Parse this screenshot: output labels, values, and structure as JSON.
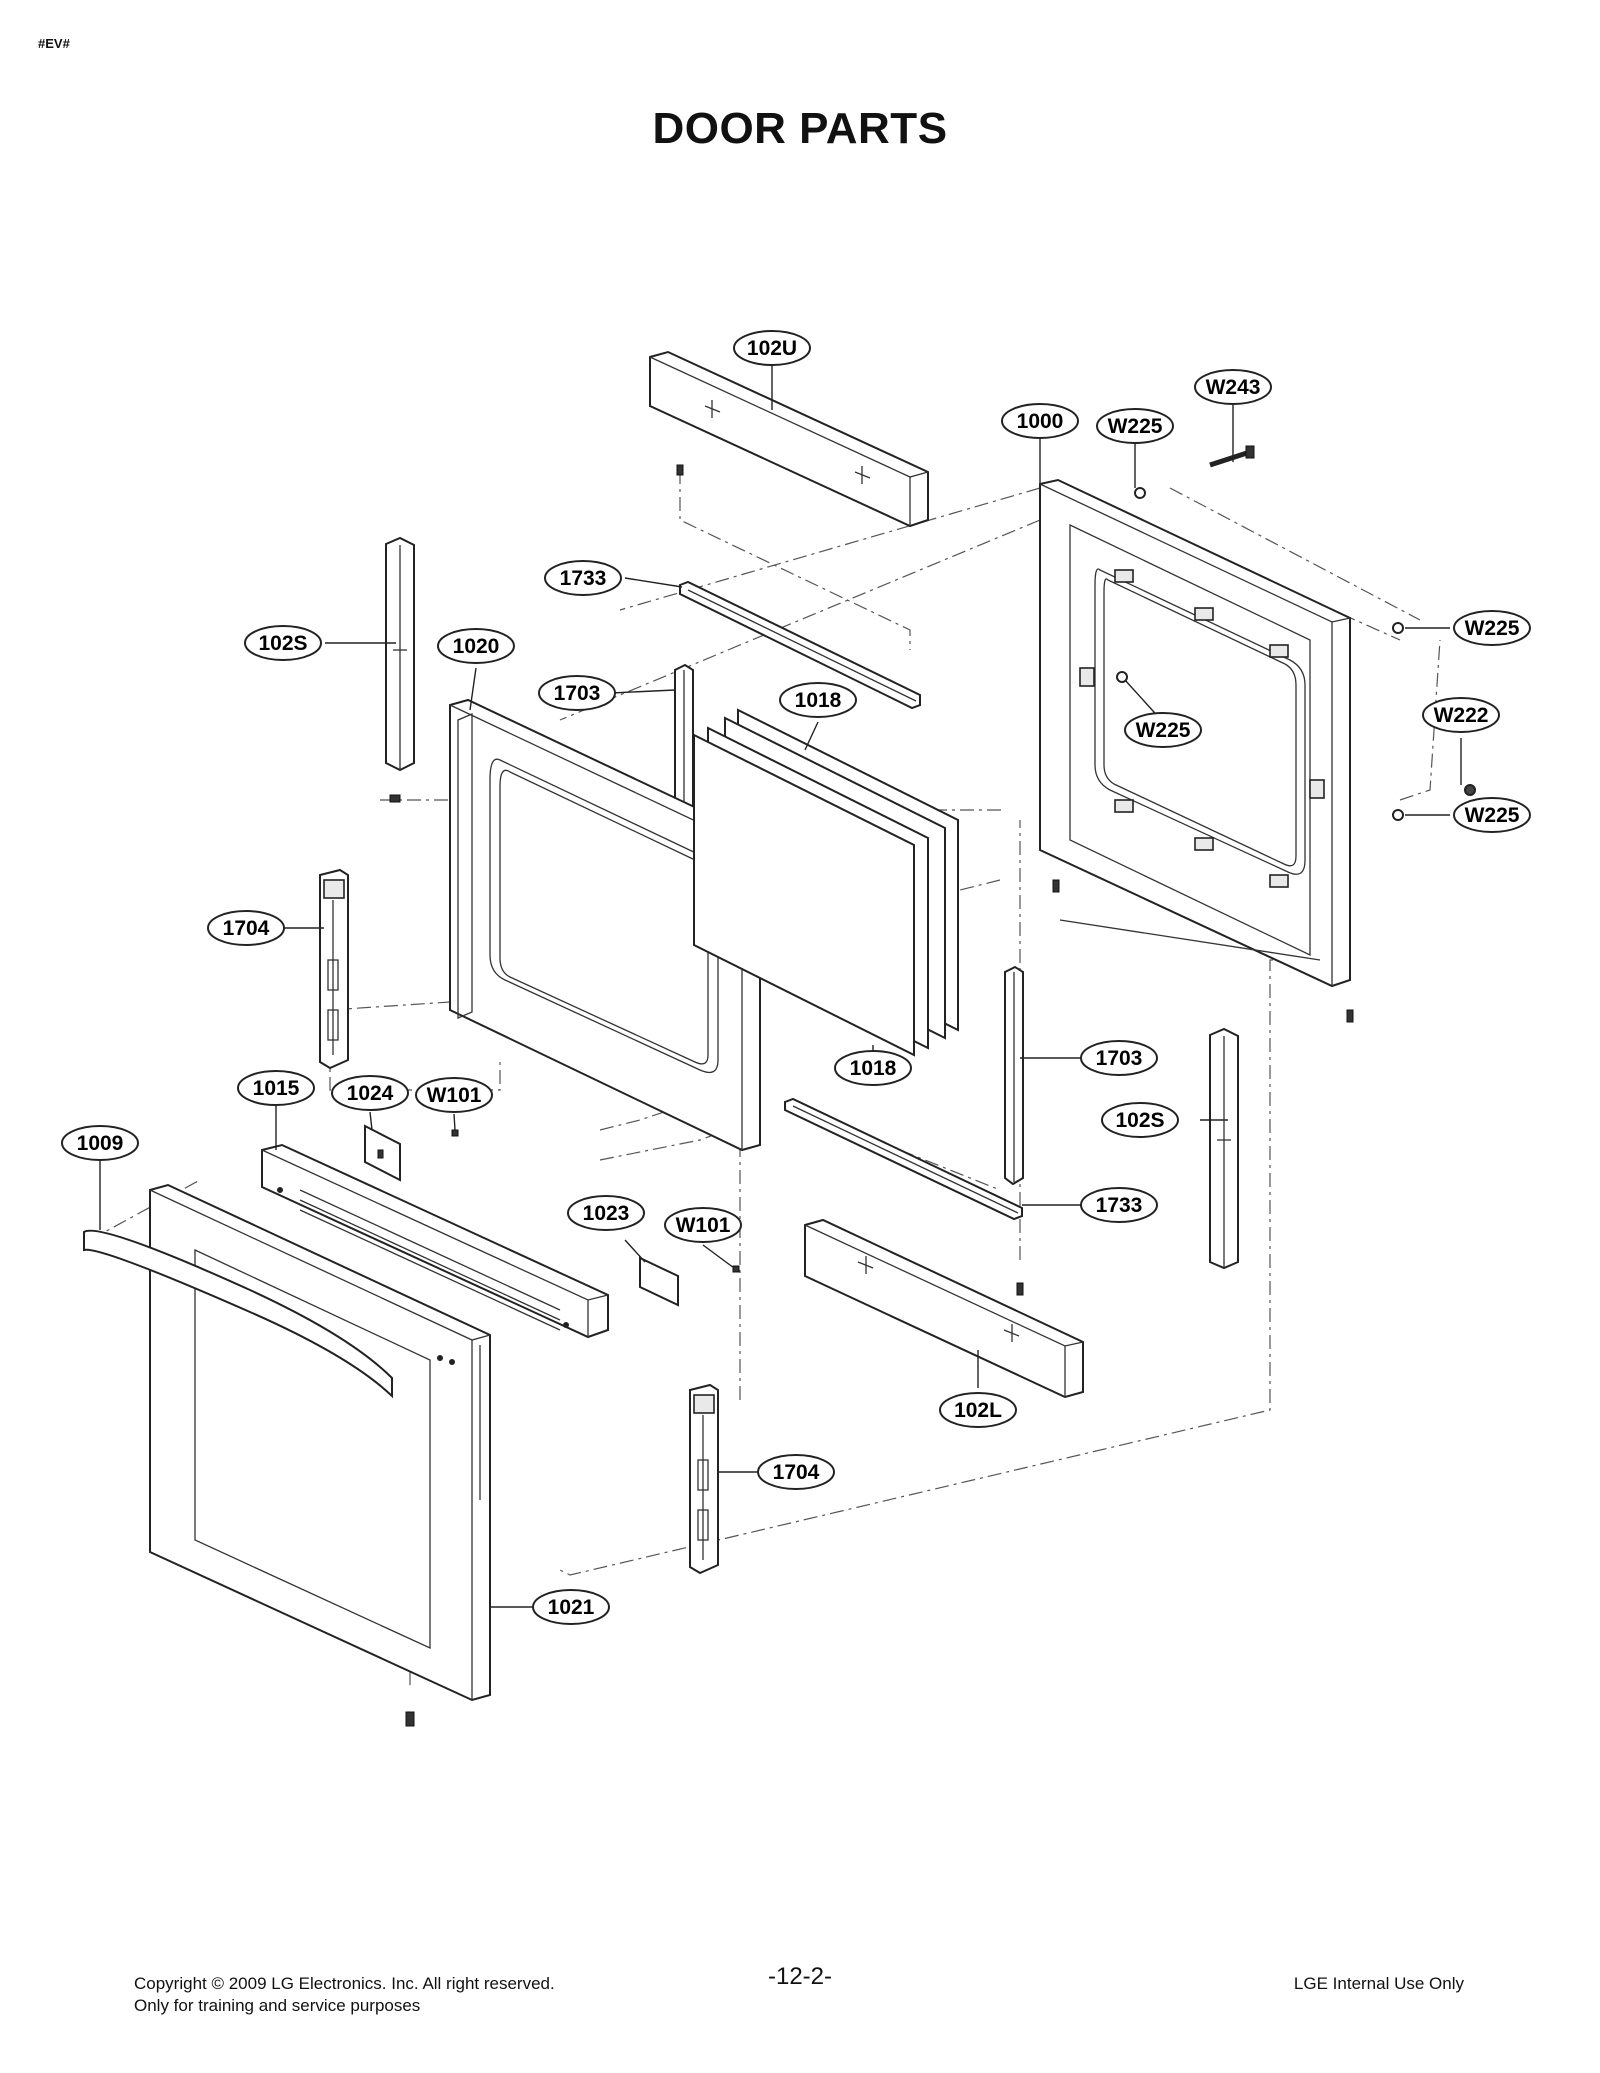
{
  "header": {
    "tag": "#EV#",
    "title": "DOOR PARTS"
  },
  "callouts": [
    {
      "id": "c-102U",
      "label": "102U"
    },
    {
      "id": "c-W243",
      "label": "W243"
    },
    {
      "id": "c-1000",
      "label": "1000"
    },
    {
      "id": "c-W225a",
      "label": "W225"
    },
    {
      "id": "c-1733a",
      "label": "1733"
    },
    {
      "id": "c-W225b",
      "label": "W225"
    },
    {
      "id": "c-102Sa",
      "label": "102S"
    },
    {
      "id": "c-1020",
      "label": "1020"
    },
    {
      "id": "c-1703a",
      "label": "1703"
    },
    {
      "id": "c-1018a",
      "label": "1018"
    },
    {
      "id": "c-W225c",
      "label": "W225"
    },
    {
      "id": "c-W222",
      "label": "W222"
    },
    {
      "id": "c-W225d",
      "label": "W225"
    },
    {
      "id": "c-1704a",
      "label": "1704"
    },
    {
      "id": "c-1703b",
      "label": "1703"
    },
    {
      "id": "c-1018b",
      "label": "1018"
    },
    {
      "id": "c-1015",
      "label": "1015"
    },
    {
      "id": "c-1024",
      "label": "1024"
    },
    {
      "id": "c-W101a",
      "label": "W101"
    },
    {
      "id": "c-102Sb",
      "label": "102S"
    },
    {
      "id": "c-1009",
      "label": "1009"
    },
    {
      "id": "c-1733b",
      "label": "1733"
    },
    {
      "id": "c-1023",
      "label": "1023"
    },
    {
      "id": "c-W101b",
      "label": "W101"
    },
    {
      "id": "c-102L",
      "label": "102L"
    },
    {
      "id": "c-1704b",
      "label": "1704"
    },
    {
      "id": "c-1021",
      "label": "1021"
    }
  ],
  "footer": {
    "copyright": "Copyright © 2009 LG Electronics. Inc. All right reserved.",
    "purpose": "Only for training and service purposes",
    "page": "-12-2-",
    "notice": "LGE Internal Use Only"
  }
}
